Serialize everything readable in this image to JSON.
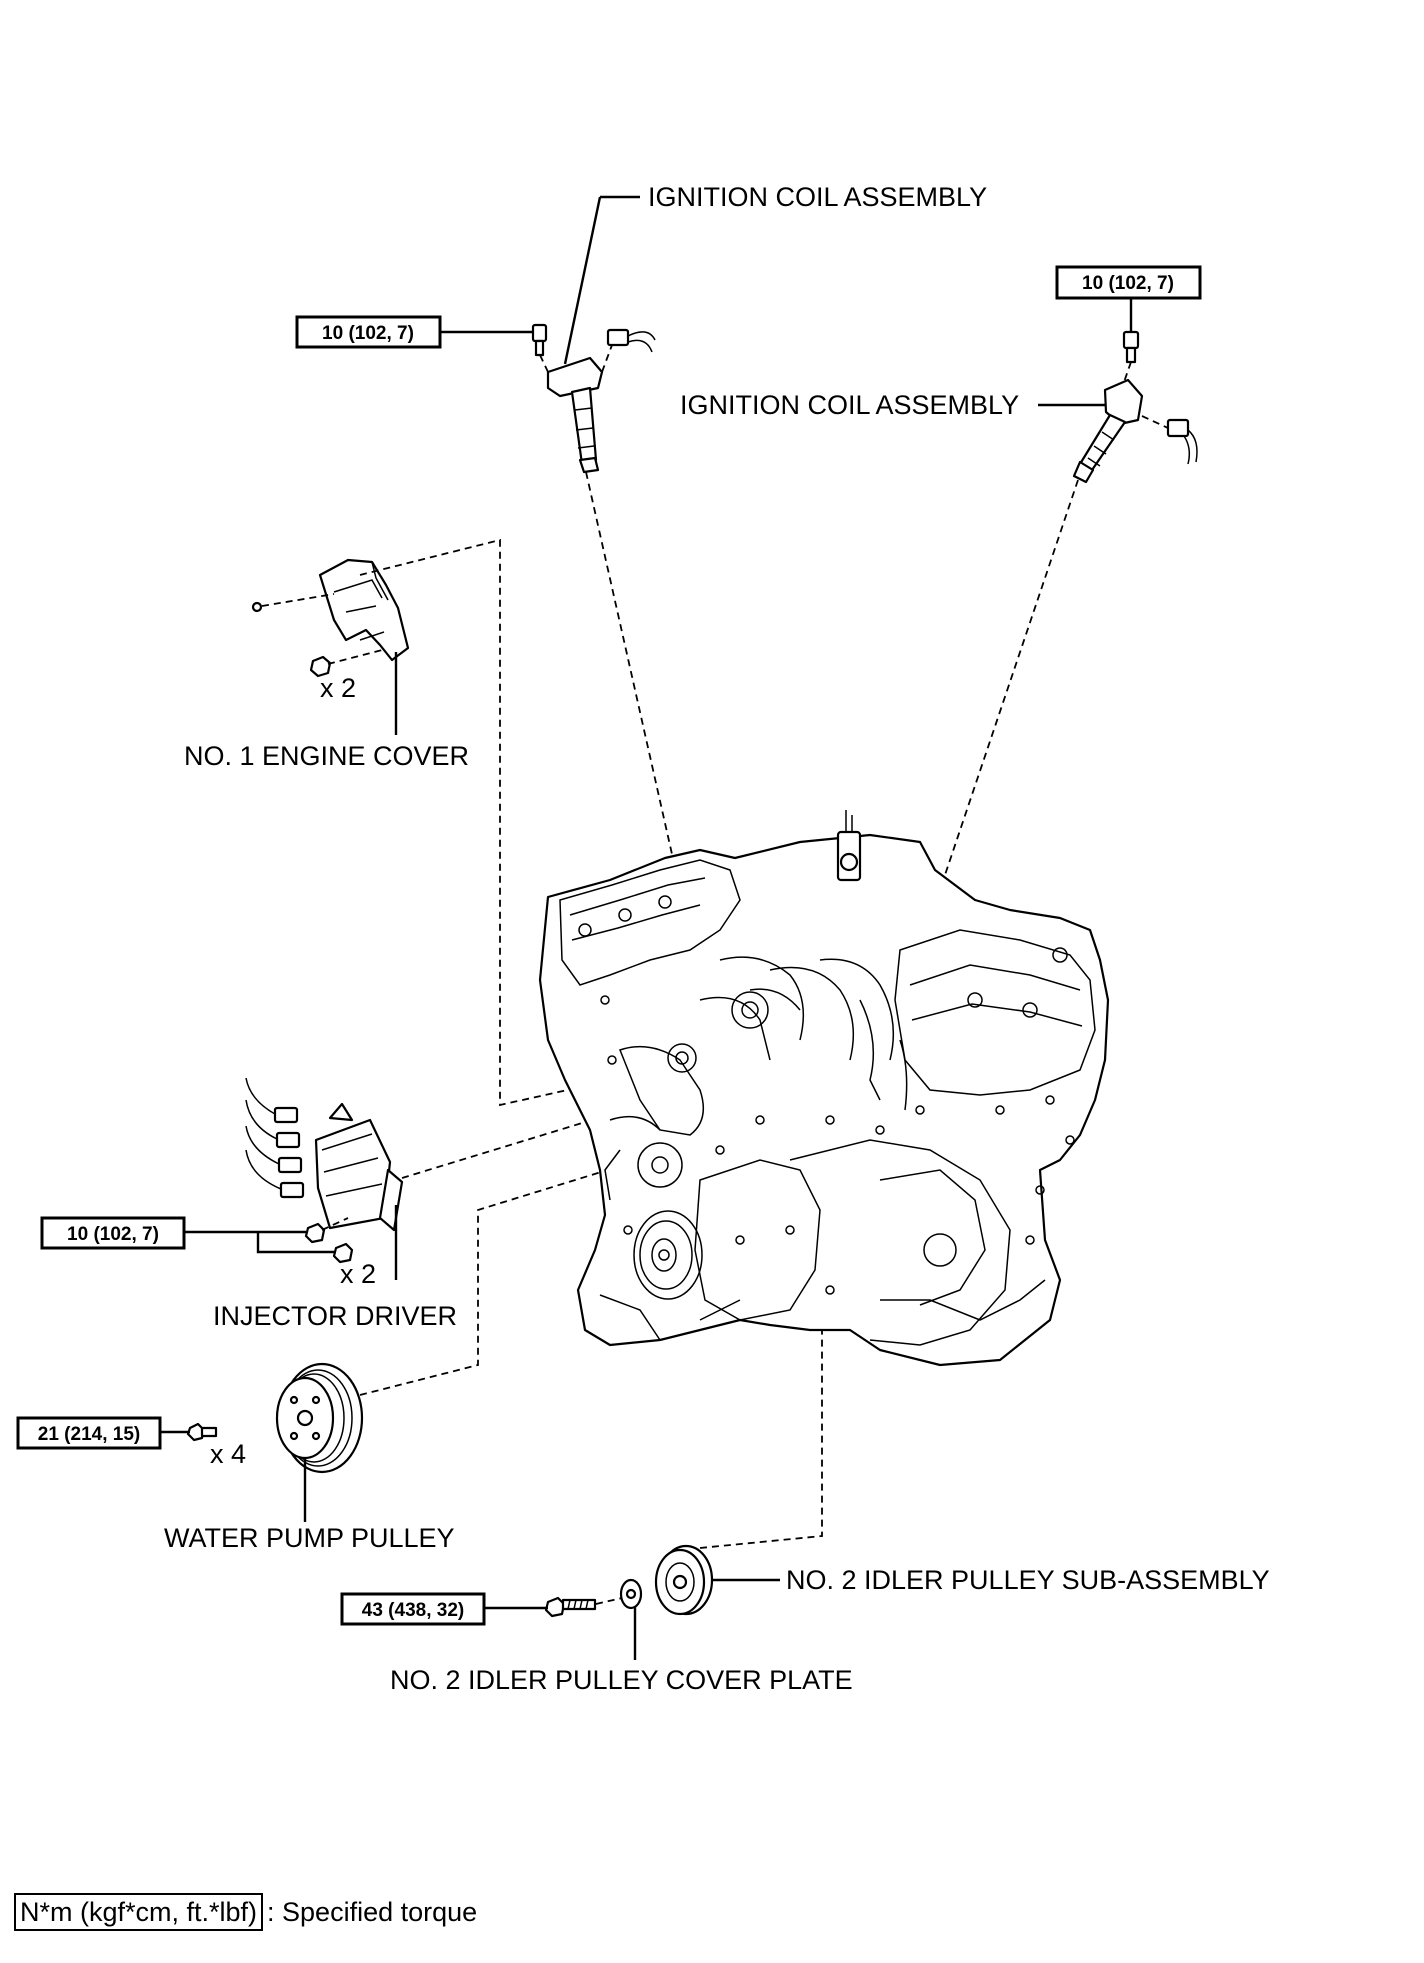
{
  "labels": {
    "ignition_coil_top": "IGNITION COIL ASSEMBLY",
    "ignition_coil_right": "IGNITION COIL ASSEMBLY",
    "engine_cover": "NO. 1 ENGINE COVER",
    "injector_driver": "INJECTOR DRIVER",
    "water_pump_pulley": "WATER PUMP PULLEY",
    "idler_pulley_sub": "NO. 2 IDLER PULLEY SUB-ASSEMBLY",
    "idler_cover_plate": "NO. 2 IDLER PULLEY COVER PLATE"
  },
  "torques": {
    "ignition_coil_left": "10 (102, 7)",
    "ignition_coil_right": "10 (102, 7)",
    "injector_driver": "10 (102, 7)",
    "water_pump_pulley": "21 (214, 15)",
    "idler_pulley": "43 (438, 32)"
  },
  "quantities": {
    "engine_cover_bolts": "x 2",
    "injector_driver_bolts": "x 2",
    "water_pump_bolts": "x 4"
  },
  "legend": {
    "unit_box": "N*m (kgf*cm, ft.*lbf)",
    "text": ": Specified torque"
  }
}
